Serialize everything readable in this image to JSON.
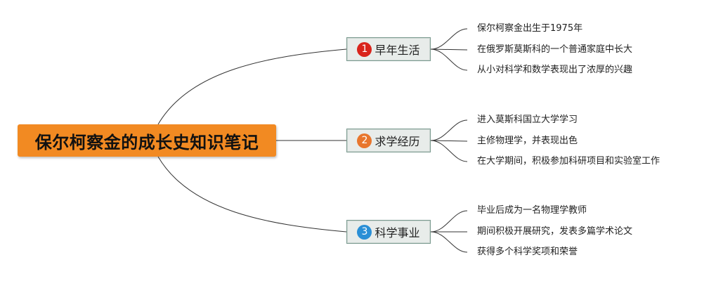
{
  "root": {
    "title": "保尔柯察金的成长史知识笔记"
  },
  "colors": {
    "root_bg": "#f28a22",
    "branch_bg": "#e8ecea",
    "branch_border": "#7a9a8f",
    "line": "#333333"
  },
  "branches": [
    {
      "badge": "1",
      "badge_color": "#d9241c",
      "label": "早年生活",
      "items": [
        "保尔柯察金出生于1975年",
        "在俄罗斯莫斯科的一个普通家庭中长大",
        "从小对科学和数学表现出了浓厚的兴趣"
      ]
    },
    {
      "badge": "2",
      "badge_color": "#e8762d",
      "label": "求学经历",
      "items": [
        "进入莫斯科国立大学学习",
        "主修物理学，并表现出色",
        "在大学期间，积极参加科研项目和实验室工作"
      ]
    },
    {
      "badge": "3",
      "badge_color": "#2a8fd6",
      "label": "科学事业",
      "items": [
        "毕业后成为一名物理学教师",
        "期间积极开展研究，发表多篇学术论文",
        "获得多个科学奖项和荣誉"
      ]
    }
  ]
}
